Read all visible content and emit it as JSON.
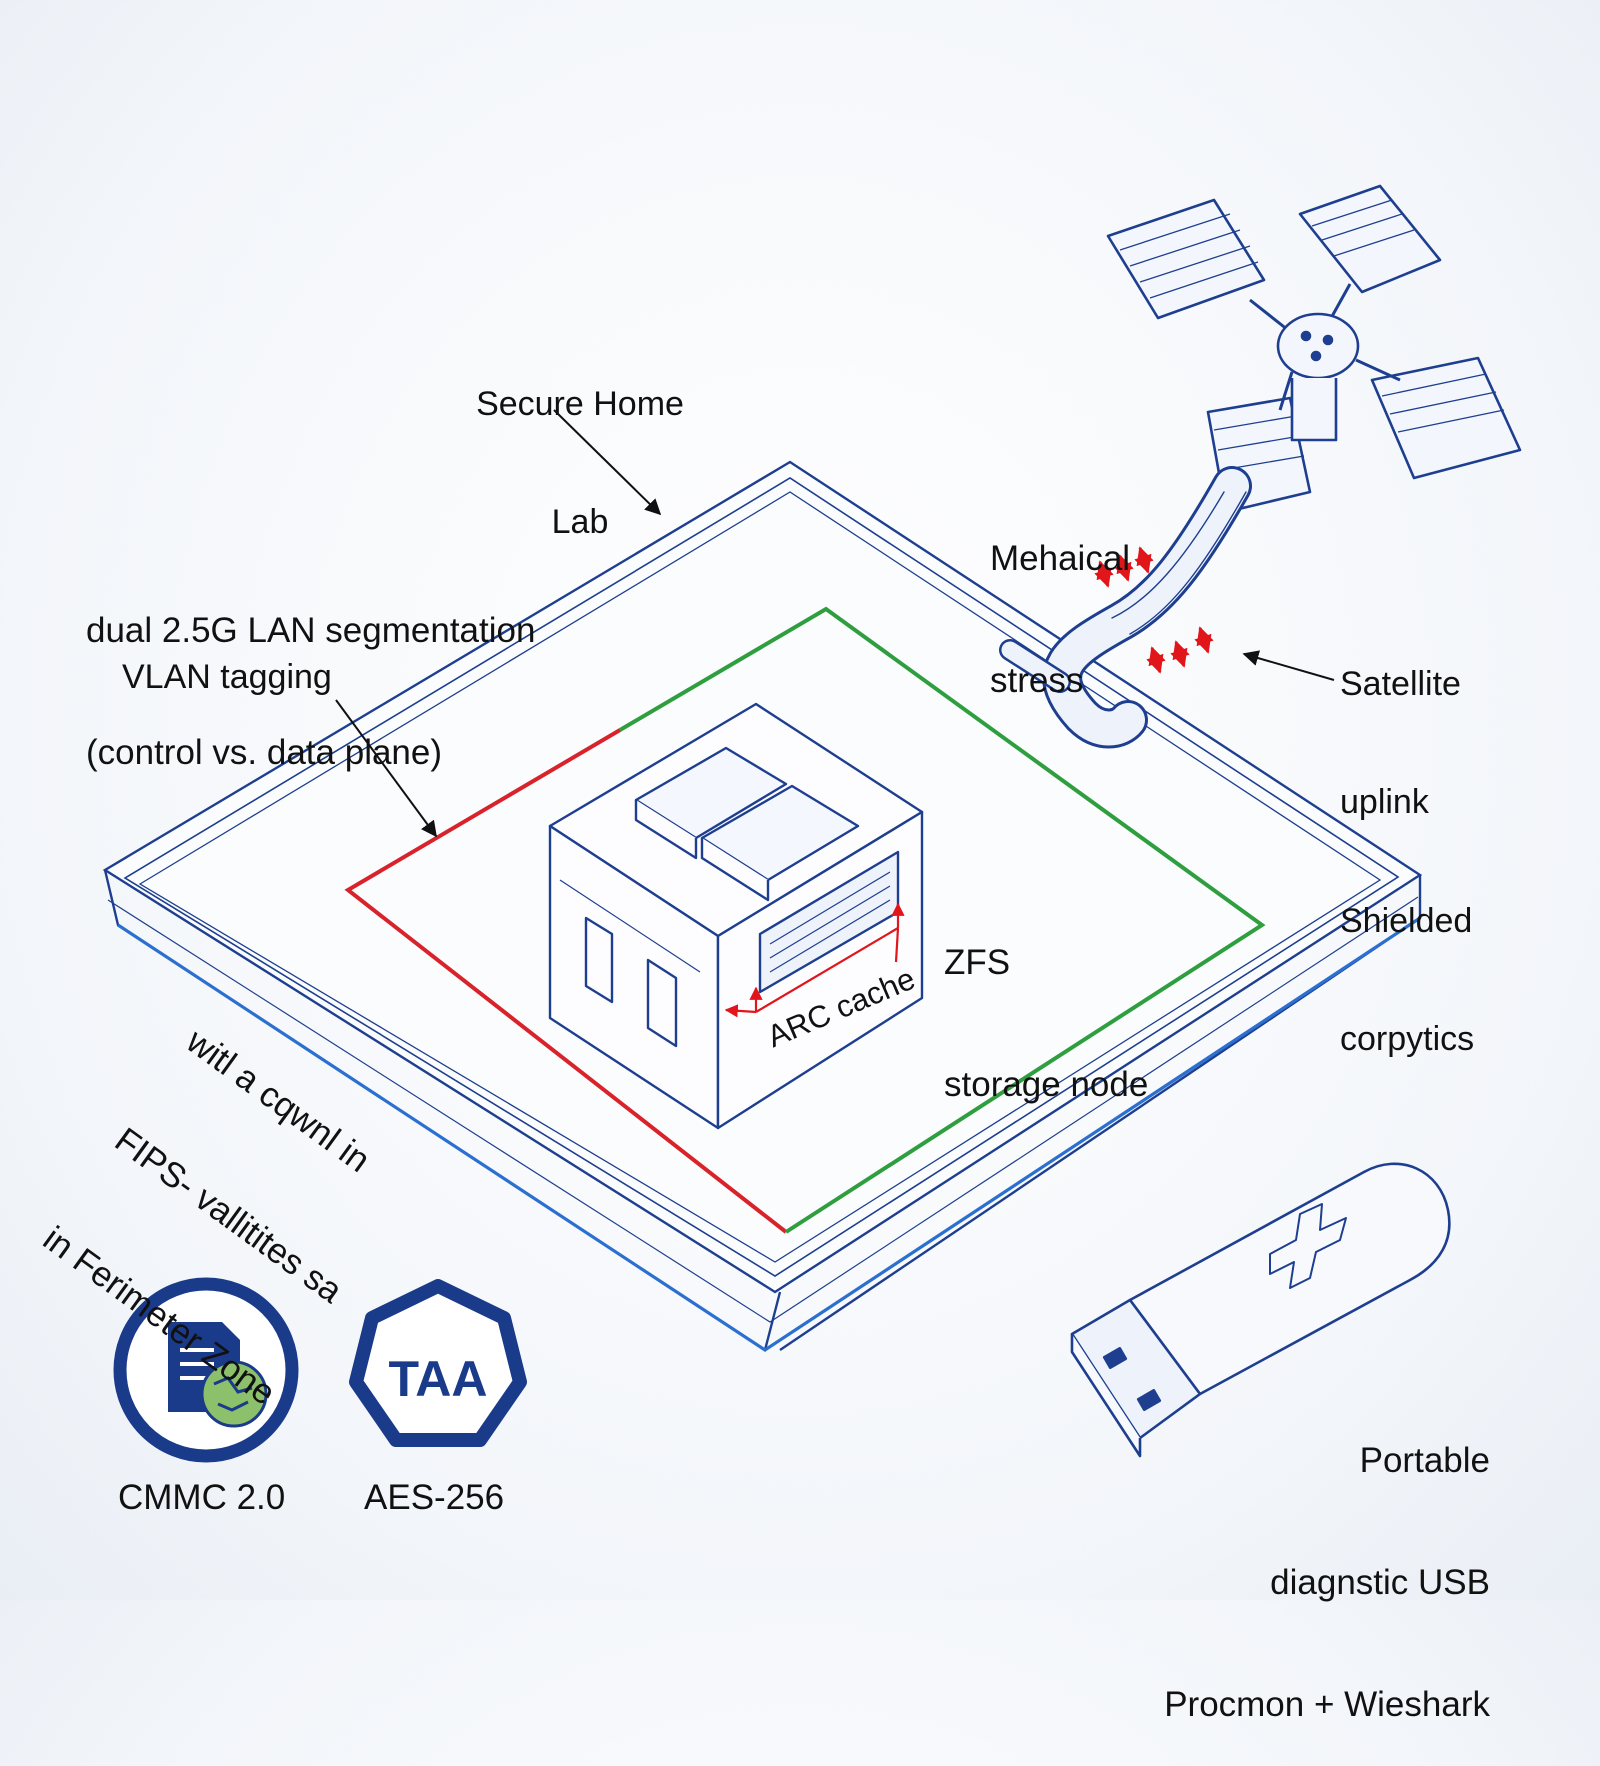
{
  "labels": {
    "title": [
      "Secure Home",
      "Lab"
    ],
    "lan": [
      "dual 2.5G LAN segmentation",
      "(control vs. data plane)"
    ],
    "vlan": "VLAN tagging",
    "stress": [
      "Mehaical",
      "stress"
    ],
    "satellite": [
      "Satellite",
      "uplink",
      "Shielded",
      "corpytics"
    ],
    "zfs": [
      "ZFS",
      "storage node"
    ],
    "arc": "ARC cache",
    "perimeter": [
      "witl a cqwnl in",
      "FIPS- vallitites sa",
      "in Ferimeter Zone"
    ],
    "cmmc": "CMMC 2.0",
    "aes": "AES-256",
    "usb": [
      "Portable",
      "diagnstic USB",
      "Procmon + Wieshark"
    ]
  },
  "badges": {
    "taa_text": "TAA"
  },
  "colors": {
    "ink_blue": "#1e3f8f",
    "edge_blue": "#2b6fd0",
    "zone_red": "#d8232a",
    "zone_green": "#2e9e3f",
    "badge_navy": "#1a3a8a",
    "badge_green": "#8dc06a",
    "arrow_red": "#e0161b"
  },
  "icons": [
    "satellite-icon",
    "usb-drive-icon",
    "document-shield-icon",
    "taa-badge-icon",
    "storage-server-icon"
  ]
}
